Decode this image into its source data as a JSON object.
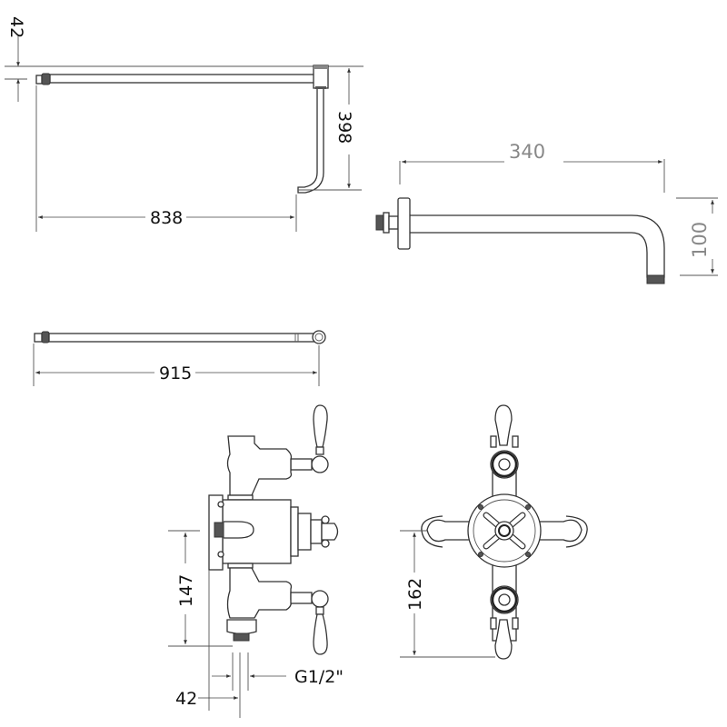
{
  "drawing": {
    "views": [
      {
        "id": "riser-rail-top",
        "name": "Riser rail with elbow (top/side view)"
      },
      {
        "id": "shower-arm",
        "name": "Wall-mounted shower arm"
      },
      {
        "id": "riser-rail-straight",
        "name": "Straight riser rail"
      },
      {
        "id": "valve-side",
        "name": "Thermostatic valve side view"
      },
      {
        "id": "valve-front",
        "name": "Thermostatic valve front view"
      }
    ],
    "dimensions": {
      "riser_offset": "42",
      "riser_drop": "398",
      "riser_length": "838",
      "arm_projection": "340",
      "arm_drop": "100",
      "rail_length": "915",
      "valve_side_height": "147",
      "valve_depth": "42",
      "valve_thread": "G1/2\"",
      "valve_front_height": "162"
    },
    "colors": {
      "line": "#333333",
      "dimension_text": "#111111",
      "arm_dimension_text": "#888888",
      "background": "#ffffff"
    }
  }
}
